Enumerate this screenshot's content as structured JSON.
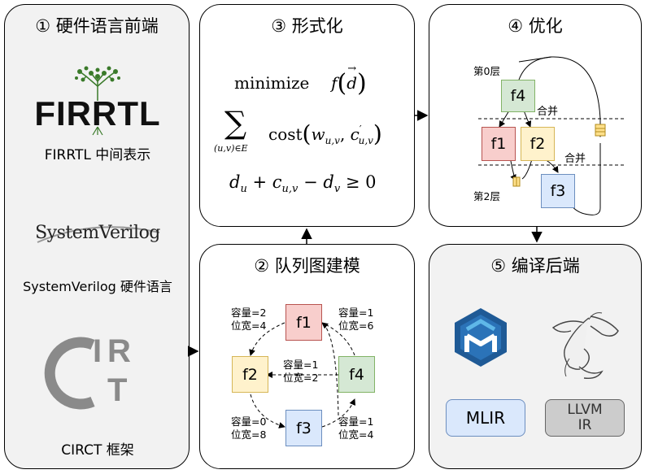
{
  "panel1": {
    "title": "① 硬件语言前端",
    "firrtl_logo": "FIRRTL",
    "firrtl_caption": "FIRRTL 中间表示",
    "sv_logo": "SystemVerilog",
    "sv_caption": "SystemVerilog 硬件语言",
    "circt_logo_letters": [
      "C",
      "I",
      "R",
      "T"
    ],
    "circt_caption": "CIRCT 框架"
  },
  "panel2": {
    "title": "② 队列图建模",
    "nodes": [
      "f1",
      "f2",
      "f3",
      "f4"
    ],
    "labels": {
      "f1_left": [
        "容量=2",
        "位宽=4"
      ],
      "f1_right": [
        "容量=1",
        "位宽=6"
      ],
      "f4_f2": [
        "容量=1",
        "位宽=2"
      ],
      "f3_left": [
        "容量=0",
        "位宽=8"
      ],
      "f3_right": [
        "容量=1",
        "位宽=4"
      ]
    }
  },
  "panel3": {
    "title": "③ 形式化",
    "eq1_word": "minimize",
    "eq2_word": "cost"
  },
  "panel4": {
    "title": "④ 优化",
    "nodes": [
      "f4",
      "f1",
      "f2",
      "f3"
    ],
    "layer0": "第0层",
    "layer2": "第2层",
    "merge1": "合并",
    "merge2": "合并"
  },
  "panel5": {
    "title": "⑤ 编译后端",
    "mlir_label": "MLIR",
    "llvm_label": "LLVM IR"
  },
  "colors": {
    "panel_fill_gray": "#f2f2f2",
    "red": "#f8cecc",
    "yellow": "#fff2cc",
    "green": "#d5e8d4",
    "blue": "#dae8fc",
    "mlir_box": "#dae8fc",
    "llvm_box": "#cccccc"
  }
}
